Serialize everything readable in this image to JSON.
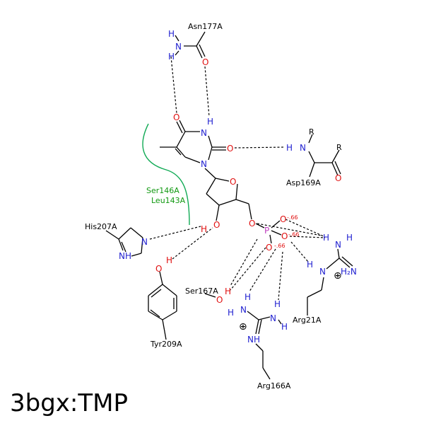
{
  "title": "3bgx:TMP",
  "residues": {
    "asn177": "Asn177A",
    "asp169": "Asp169A",
    "his207": "His207A",
    "ser167": "Ser167A",
    "tyr209": "Tyr209A",
    "arg21": "Arg21A",
    "arg166": "Arg166A"
  },
  "hydrophobic": {
    "ser146": "Ser146A",
    "leu143": "Leu143A"
  },
  "atoms": {
    "N": "N",
    "O": "O",
    "H": "H",
    "P": "P",
    "R": "R",
    "NH": "NH",
    "H2N": "H₂N",
    "charge": "-.66",
    "plus": "⊕"
  },
  "colors": {
    "nitrogen": "#1f1fd0",
    "oxygen": "#e01010",
    "phosphorus": "#c040c0",
    "hydrophobic": "#119911"
  }
}
